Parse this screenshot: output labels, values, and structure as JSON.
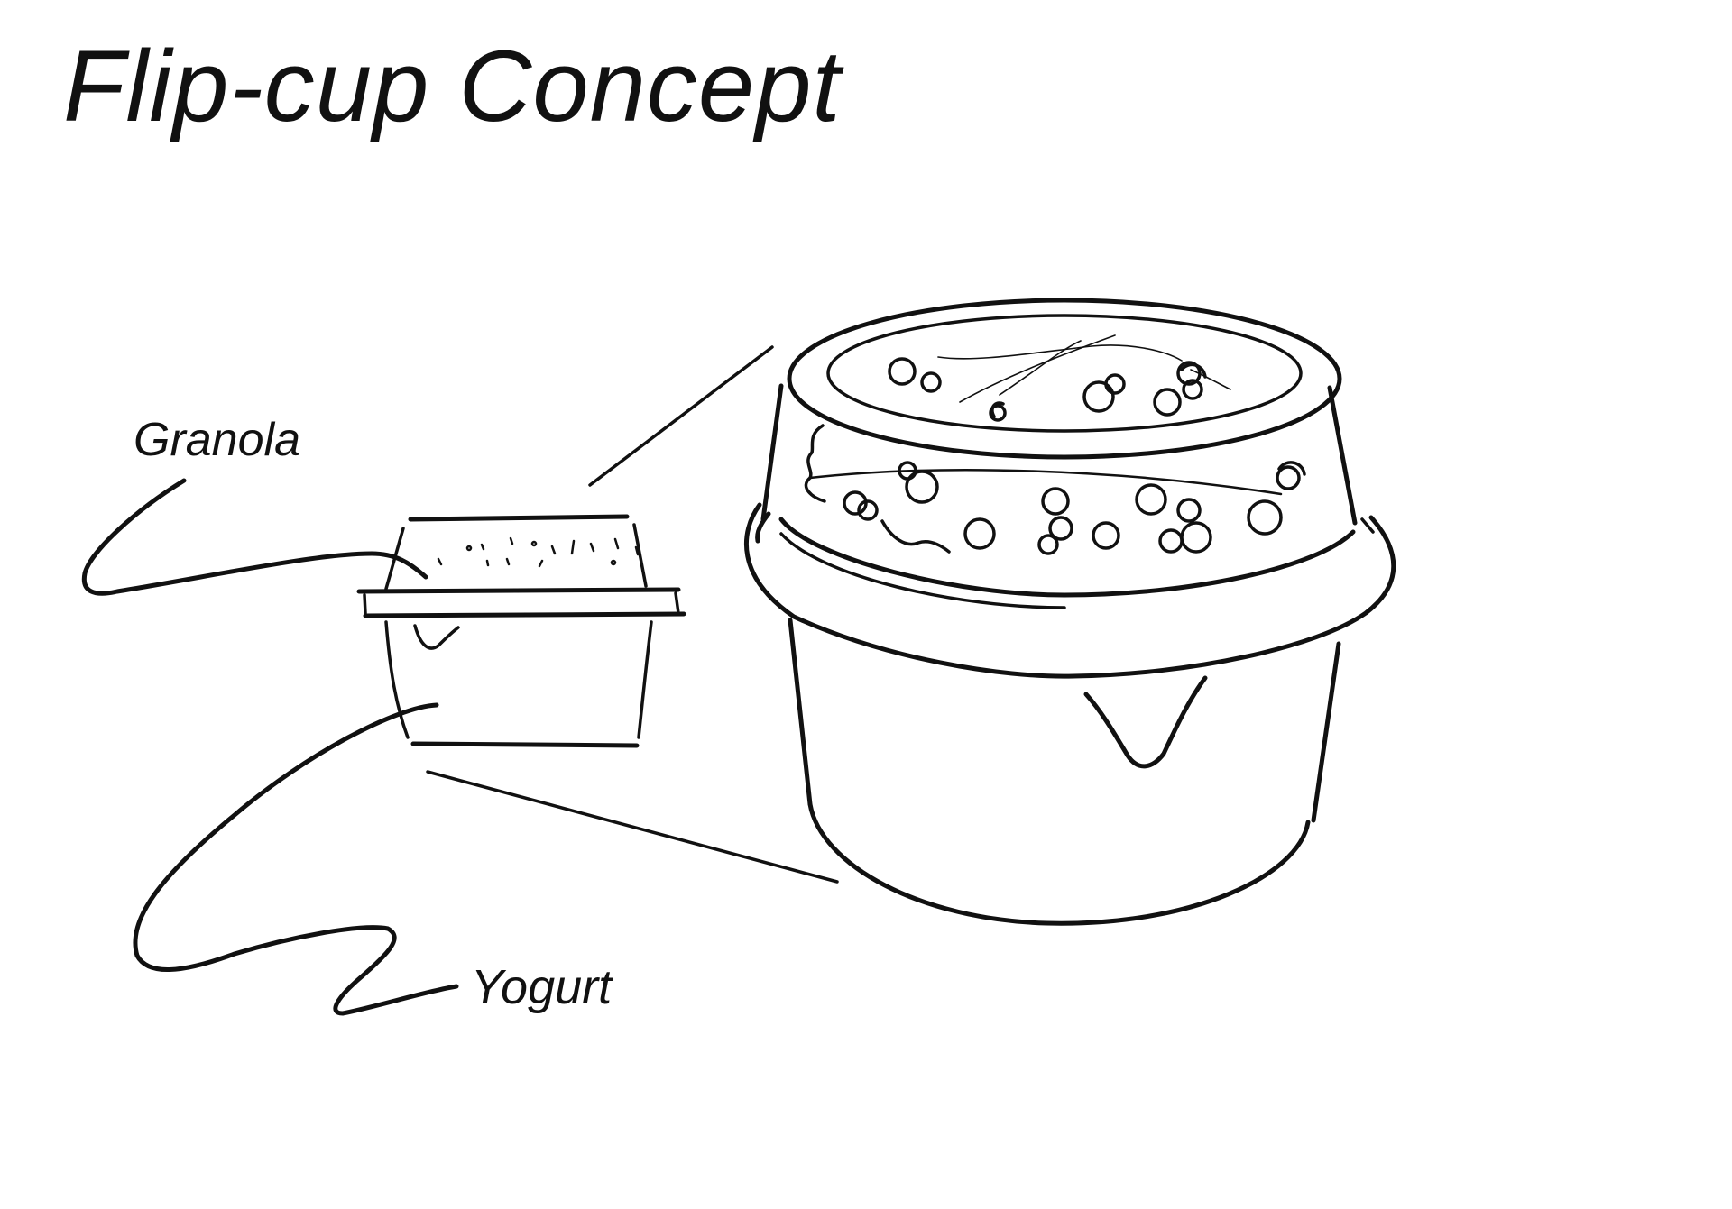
{
  "sketch": {
    "title": "Flip-cup Concept",
    "labels": {
      "granola": "Granola",
      "yogurt": "Yogurt"
    },
    "ink_color": "#111111",
    "paper_color": "#ffffff"
  }
}
